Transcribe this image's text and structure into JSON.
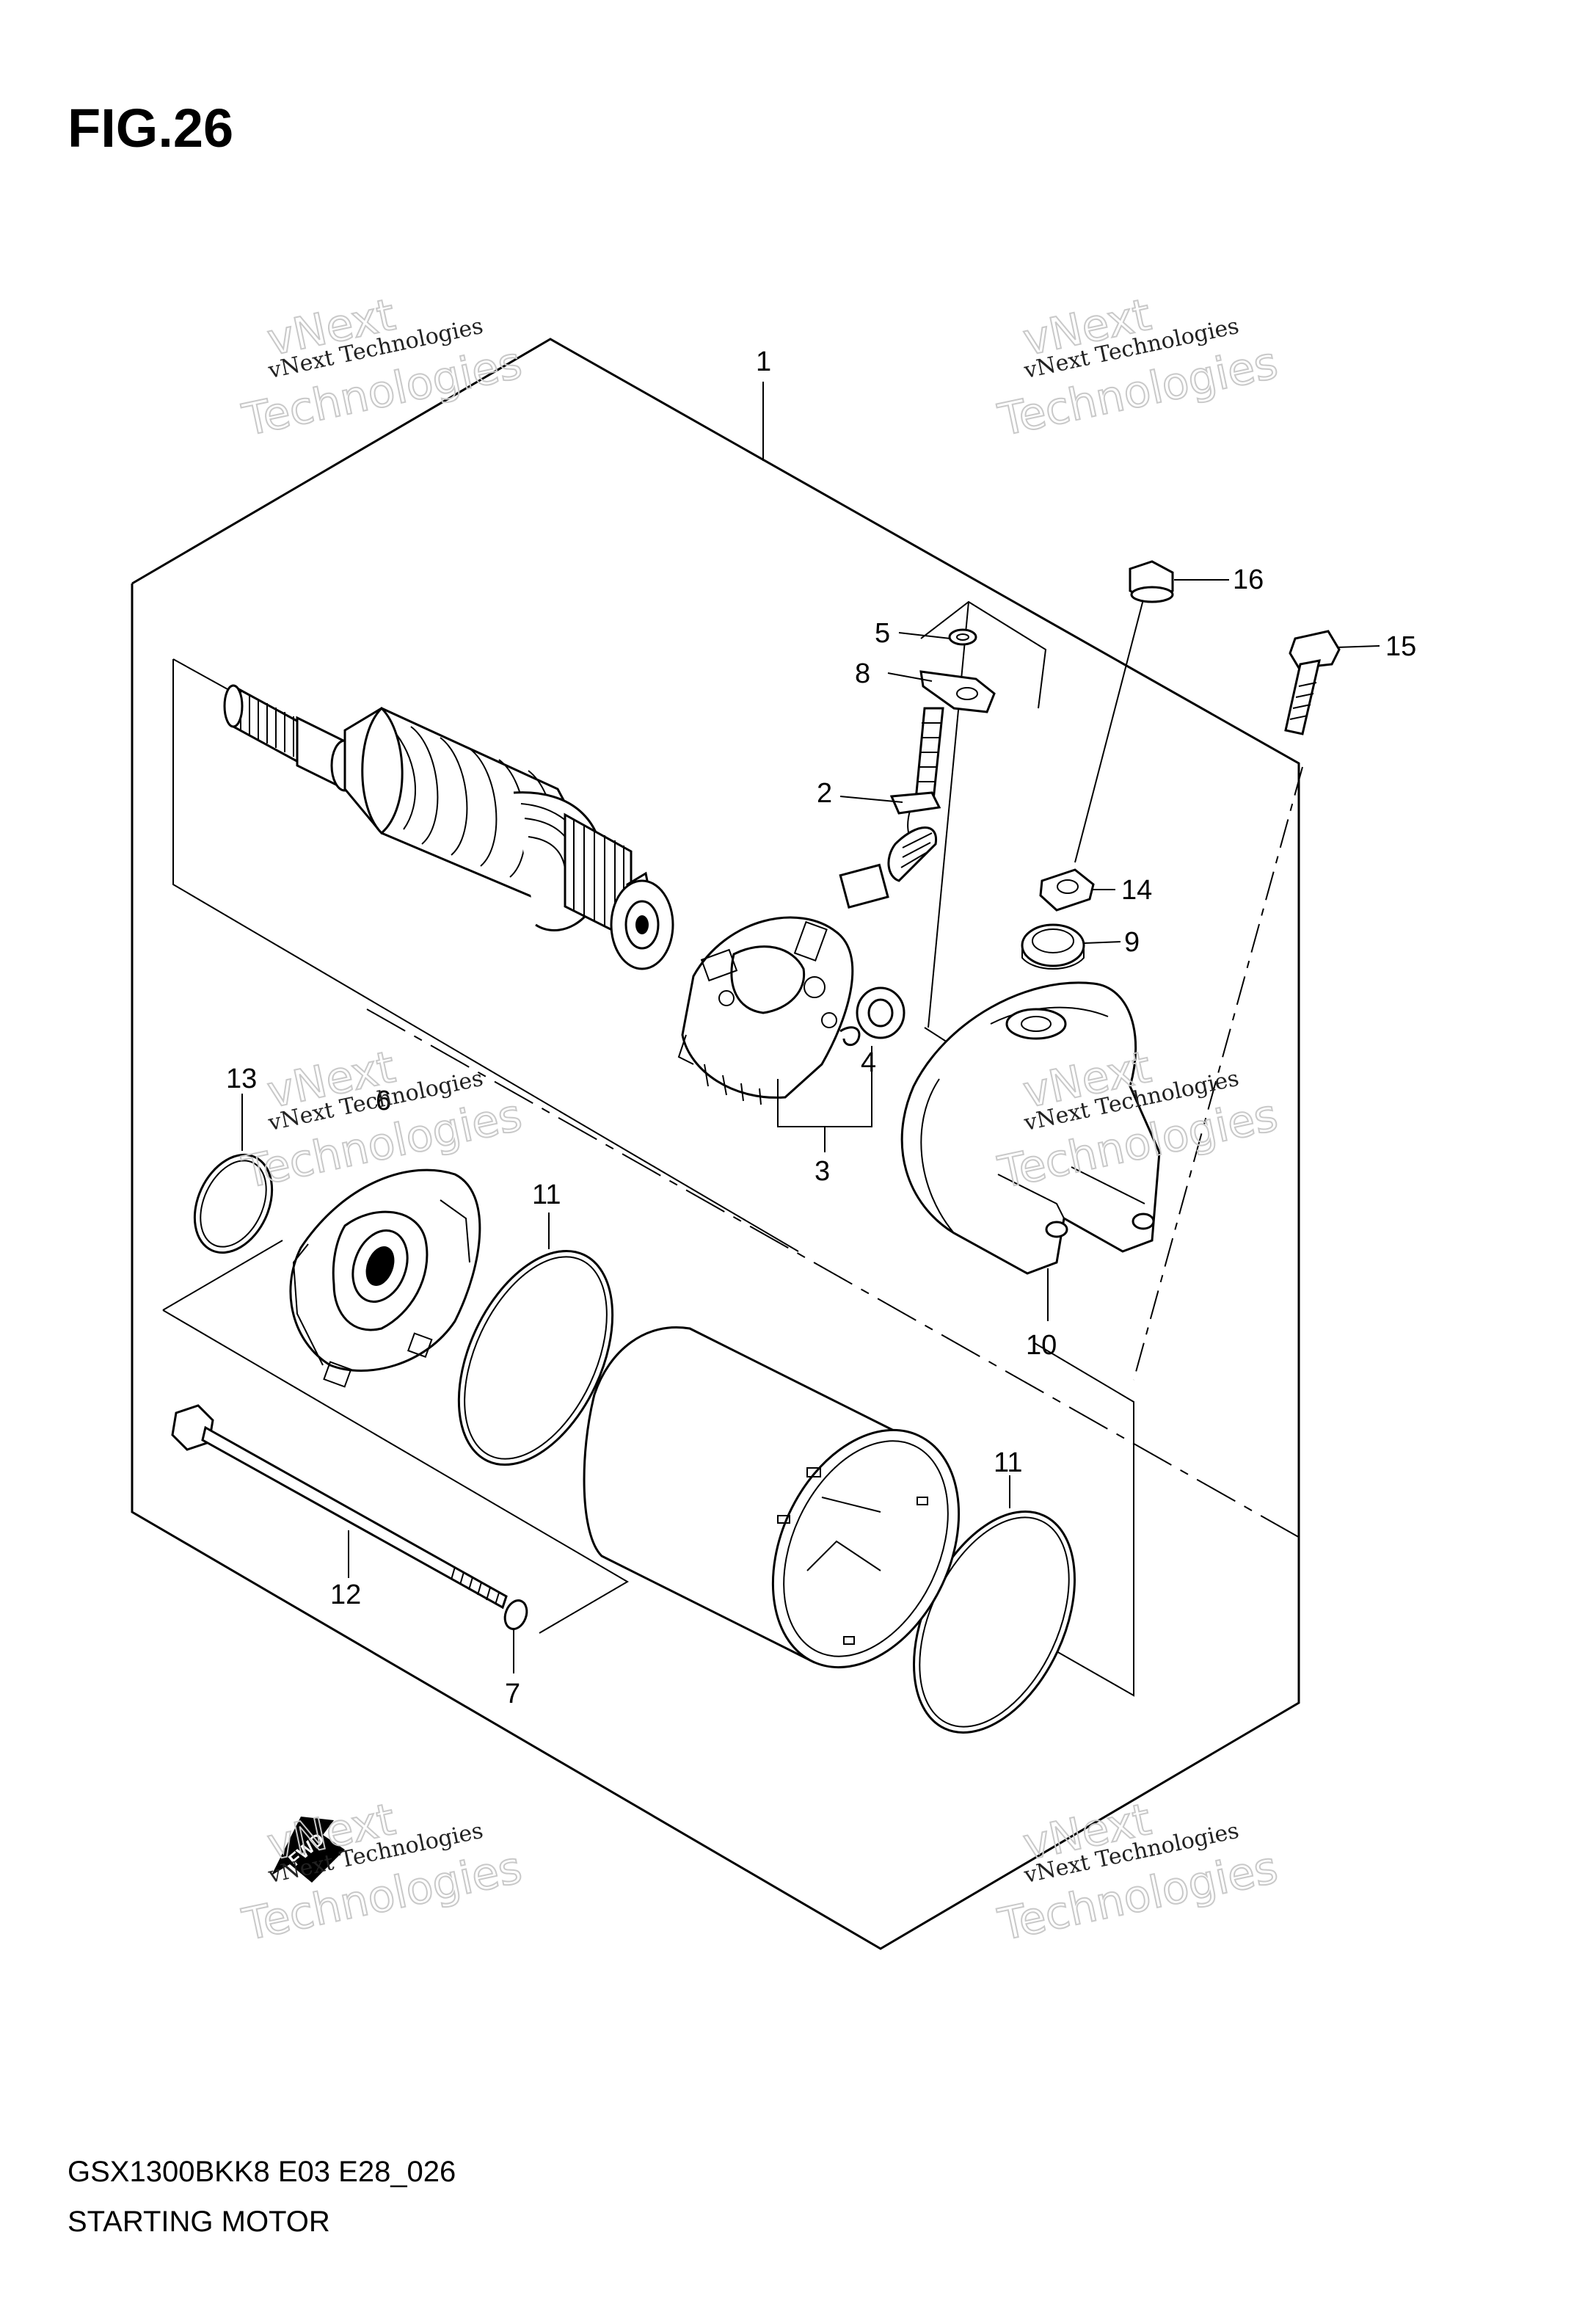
{
  "figure": {
    "title": "FIG.26",
    "model_code": "GSX1300BKK8 E03 E28_026",
    "section_name": "STARTING MOTOR"
  },
  "callouts": [
    {
      "id": "c1",
      "label": "1"
    },
    {
      "id": "c2",
      "label": "2"
    },
    {
      "id": "c3",
      "label": "3"
    },
    {
      "id": "c4",
      "label": "4"
    },
    {
      "id": "c5",
      "label": "5"
    },
    {
      "id": "c6",
      "label": "6"
    },
    {
      "id": "c7",
      "label": "7"
    },
    {
      "id": "c8",
      "label": "8"
    },
    {
      "id": "c9",
      "label": "9"
    },
    {
      "id": "c10",
      "label": "10"
    },
    {
      "id": "c11a",
      "label": "11"
    },
    {
      "id": "c11b",
      "label": "11"
    },
    {
      "id": "c12",
      "label": "12"
    },
    {
      "id": "c13",
      "label": "13"
    },
    {
      "id": "c14",
      "label": "14"
    },
    {
      "id": "c15",
      "label": "15"
    },
    {
      "id": "c16",
      "label": "16"
    }
  ],
  "watermark": {
    "line_small": "vNext Technologies",
    "line_big_top": "vNext",
    "line_big_bottom": "Technologies"
  },
  "front_indicator": "FWD"
}
